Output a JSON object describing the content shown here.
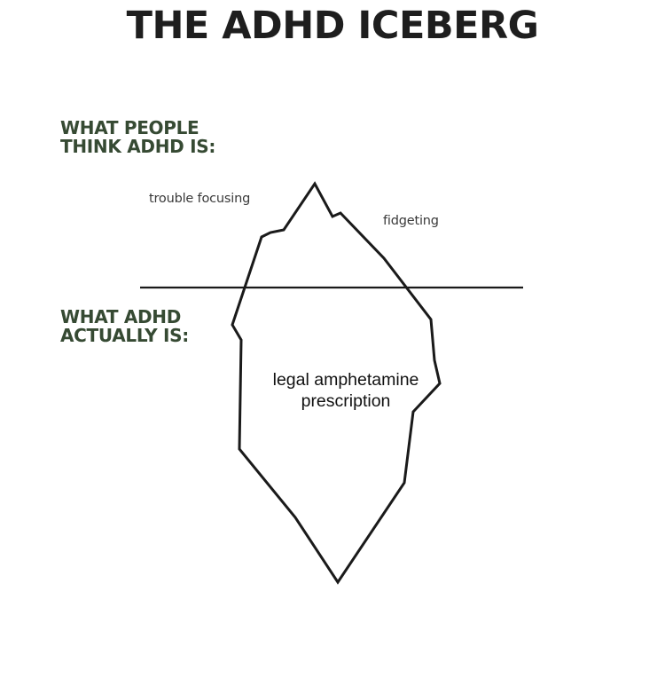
{
  "title": "THE ADHD ICEBERG",
  "above_water": {
    "heading_line1": "WHAT PEOPLE",
    "heading_line2": "THINK ADHD IS:",
    "items": [
      "trouble focusing",
      "fidgeting"
    ]
  },
  "below_water": {
    "heading_line1": "WHAT ADHD",
    "heading_line2": "ACTUALLY IS:",
    "text_line1": "legal amphetamine",
    "text_line2": "prescription"
  },
  "colors": {
    "title": "#1e1e1e",
    "heading": "#364a33",
    "line": "#1a1a1a",
    "background": "#ffffff"
  }
}
